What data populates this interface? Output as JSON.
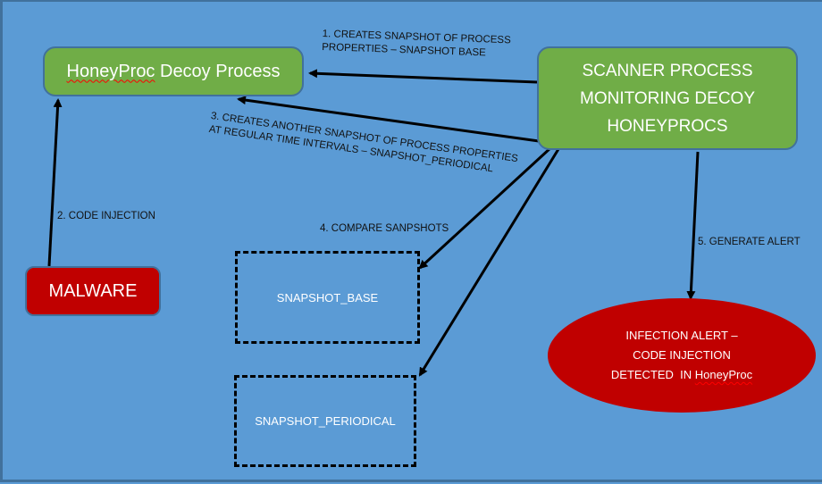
{
  "diagram": {
    "nodes": {
      "decoy": {
        "text_part1": "HoneyProc",
        "text_part2": " Decoy Process"
      },
      "scanner": {
        "lines": [
          "SCANNER PROCESS",
          "MONITORING DECOY",
          "HONEYPROCS"
        ]
      },
      "malware": {
        "text": "MALWARE"
      },
      "snapshot_base": {
        "text": "SNAPSHOT_BASE"
      },
      "snapshot_periodical": {
        "text": "SNAPSHOT_PERIODICAL"
      },
      "alert": {
        "lines": [
          "INFECTION  ALERT –",
          "CODE INJECTION",
          "DETECTED  IN "
        ],
        "highlight": "HoneyProc"
      }
    },
    "edges": [
      {
        "id": "step1",
        "from": "scanner",
        "to": "decoy",
        "lines": [
          "1. CREATES SNAPSHOT OF PROCESS",
          "PROPERTIES – SNAPSHOT  BASE"
        ]
      },
      {
        "id": "step2",
        "from": "malware",
        "to": "decoy",
        "lines": [
          "2. CODE INJECTION"
        ]
      },
      {
        "id": "step3",
        "from": "scanner",
        "to": "decoy",
        "lines": [
          "3. CREATES ANOTHER SNAPSHOT OF PROCESS PROPERTIES",
          "AT REGULAR TIME INTERVALS – SNAPSHOT_PERIODICAL"
        ]
      },
      {
        "id": "step4",
        "from": "scanner",
        "to": "snapshot_base,snapshot_periodical",
        "lines": [
          "4. COMPARE SANPSHOTS"
        ]
      },
      {
        "id": "step5",
        "from": "scanner",
        "to": "alert",
        "lines": [
          "5. GENERATE ALERT"
        ]
      }
    ],
    "colors": {
      "background": "#5b9bd5",
      "process_green": "#70ad47",
      "alert_red": "#c00000",
      "border_blue": "#41719c",
      "arrow": "#000000"
    }
  }
}
